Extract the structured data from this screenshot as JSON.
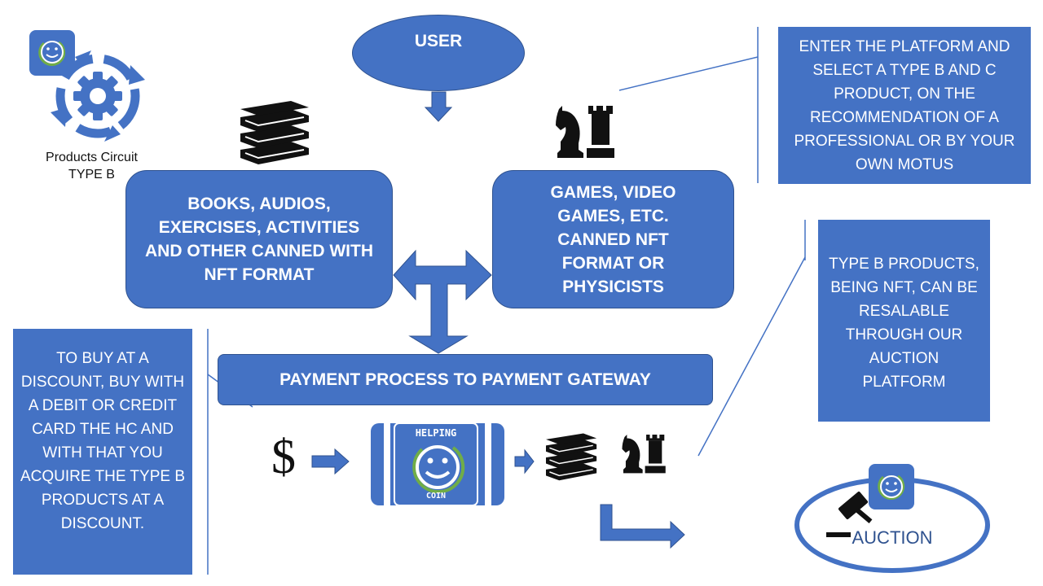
{
  "logo": {
    "caption_line1": "Products Circuit",
    "caption_line2": "TYPE B"
  },
  "user_node": "USER",
  "left_box": "BOOKS, AUDIOS, EXERCISES, ACTIVITIES AND OTHER CANNED WITH NFT FORMAT",
  "right_box": "GAMES, VIDEO GAMES, ETC. CANNED NFT FORMAT OR PHYSICISTS",
  "payment_bar": "PAYMENT PROCESS TO PAYMENT GATEWAY",
  "note_top_right": "ENTER THE PLATFORM AND SELECT A TYPE B AND C PRODUCT, ON THE RECOMMENDATION OF A PROFESSIONAL OR BY YOUR OWN MOTUS",
  "note_mid_right": "TYPE B PRODUCTS, BEING NFT, CAN BE RESALABLE THROUGH OUR AUCTION PLATFORM",
  "note_left": "TO BUY AT A DISCOUNT, BUY WITH A DEBIT OR CREDIT CARD THE HC AND WITH THAT YOU ACQUIRE THE TYPE B PRODUCTS AT A DISCOUNT.",
  "coin": {
    "top": "HELPING",
    "bottom": "COIN"
  },
  "dollar": "$",
  "auction_label": "AUCTION",
  "colors": {
    "primary": "#4472c4",
    "border": "#2f528f",
    "accent_green": "#70ad47"
  }
}
